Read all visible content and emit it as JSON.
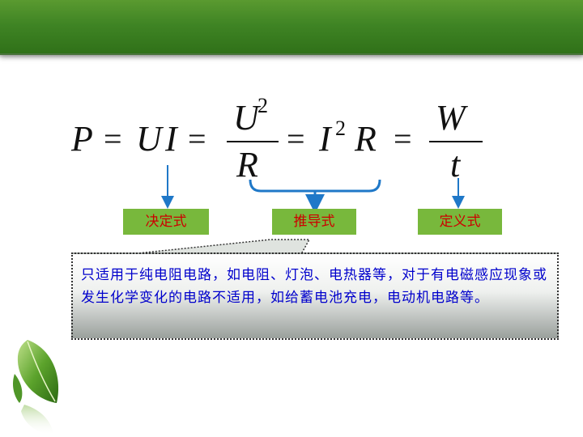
{
  "formula": {
    "P": "P",
    "U": "U",
    "I": "I",
    "U2_num": "U",
    "R_den": "R",
    "I2": "I",
    "R": "R",
    "W": "W",
    "t": "t",
    "eq": "=",
    "exp": "2"
  },
  "labels": {
    "definition_left": "决定式",
    "derived": "推导式",
    "definition_right": "定义式"
  },
  "note": {
    "text": "只适用于纯电阻电路，如电阻、灯泡、电热器等，对于有电磁感应现象或发生化学变化的电路不适用，如给蓄电池充电，电动机电路等。"
  },
  "colors": {
    "header_green": "#3f8424",
    "label_bg": "#78b83c",
    "label_text": "#cc0000",
    "note_text": "#0000cc",
    "arrow_blue": "#1f78c8"
  }
}
